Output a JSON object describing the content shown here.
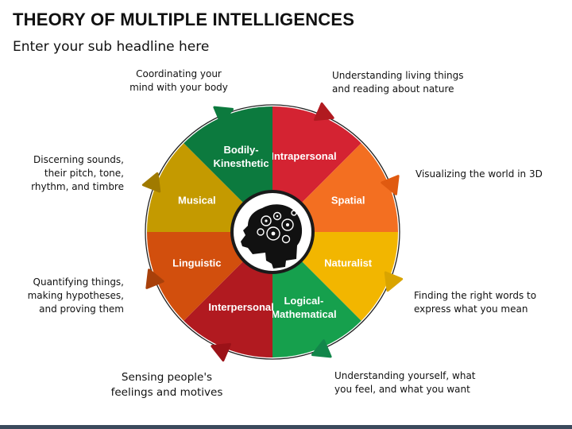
{
  "title": "THEORY OF MULTIPLE INTELLIGENCES",
  "subtitle": "Enter your sub headline here",
  "segments": [
    {
      "label": [
        "Intrapersonal"
      ],
      "color": "#d42332"
    },
    {
      "label": [
        "Spatial"
      ],
      "color": "#f36f21"
    },
    {
      "label": [
        "Naturalist"
      ],
      "color": "#f2b600"
    },
    {
      "label": [
        "Logical-",
        "Mathematical"
      ],
      "color": "#16a04d"
    },
    {
      "label": [
        "Interpersonal"
      ],
      "color": "#b11a20"
    },
    {
      "label": [
        "Linguistic"
      ],
      "color": "#d24f0d"
    },
    {
      "label": [
        "Musical"
      ],
      "color": "#c49a00"
    },
    {
      "label": [
        "Bodily-",
        "Kinesthetic"
      ],
      "color": "#0c7a3e"
    }
  ],
  "descriptions": {
    "bodily": "Coordinating your\nmind with your body",
    "intrapersonal": "Understanding living things\nand reading about nature",
    "musical": "Discerning sounds,\ntheir pitch, tone,\nrhythm, and timbre",
    "spatial": "Visualizing the world in 3D",
    "linguistic": "Quantifying things,\nmaking hypotheses,\nand proving them",
    "naturalist": "Finding the right words to\nexpress what you mean",
    "interpersonal": "Sensing people's\nfeelings and motives",
    "logical": "Understanding yourself, what\nyou feel, and what you want"
  },
  "arrow_colors": {
    "bodily": "#0c7a3e",
    "intrapersonal": "#b11a20",
    "musical": "#a07a00",
    "spatial": "#e05a10",
    "linguistic": "#a8400a",
    "naturalist": "#d9a400",
    "interpersonal": "#9b1218",
    "logical": "#12864a"
  },
  "center_icon": "head-with-gears-icon"
}
